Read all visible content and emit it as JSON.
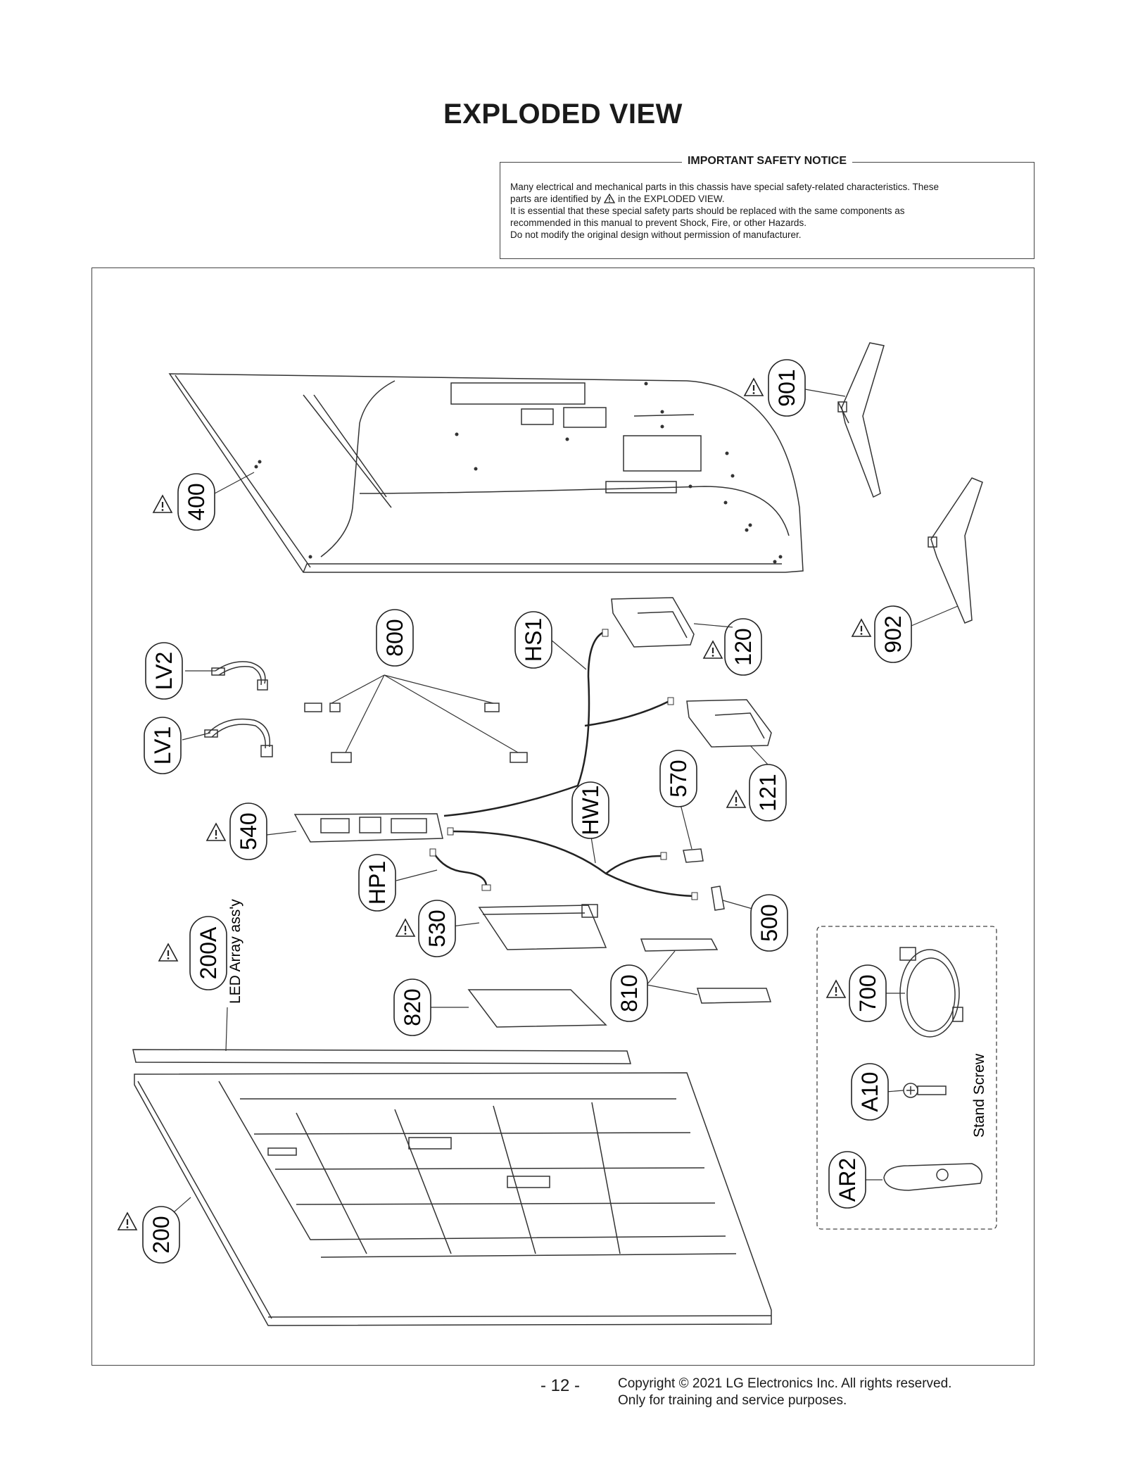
{
  "title": "EXPLODED VIEW",
  "notice": {
    "heading": "IMPORTANT SAFETY NOTICE",
    "line1": "Many electrical and mechanical parts in this chassis have special safety-related characteristics. These",
    "line2a": "parts are identified by",
    "line2b": "in the EXPLODED VIEW.",
    "line3": "It is essential that these special safety parts should be replaced with the same components as",
    "line4": "recommended in this manual to prevent Shock, Fire, or other Hazards.",
    "line5": "Do not modify the original design without permission of manufacturer."
  },
  "parts": {
    "p901": "901",
    "p902": "902",
    "p400": "400",
    "p120": "120",
    "p121": "121",
    "pHS1": "HS1",
    "p800": "800",
    "pLV2": "LV2",
    "pLV1": "LV1",
    "p570": "570",
    "pHW1": "HW1",
    "p540": "540",
    "pHP1": "HP1",
    "p500": "500",
    "p530": "530",
    "p200A": "200A",
    "p810": "810",
    "p700": "700",
    "p820": "820",
    "pA10": "A10",
    "pAR2": "AR2",
    "p200": "200"
  },
  "labels": {
    "led_array": "LED Array ass'y",
    "stand_screw": "Stand Screw"
  },
  "footer": {
    "page": "- 12 -",
    "copyright": "Copyright © 2021 LG Electronics Inc. All rights reserved.",
    "training": "Only for training and service purposes."
  }
}
